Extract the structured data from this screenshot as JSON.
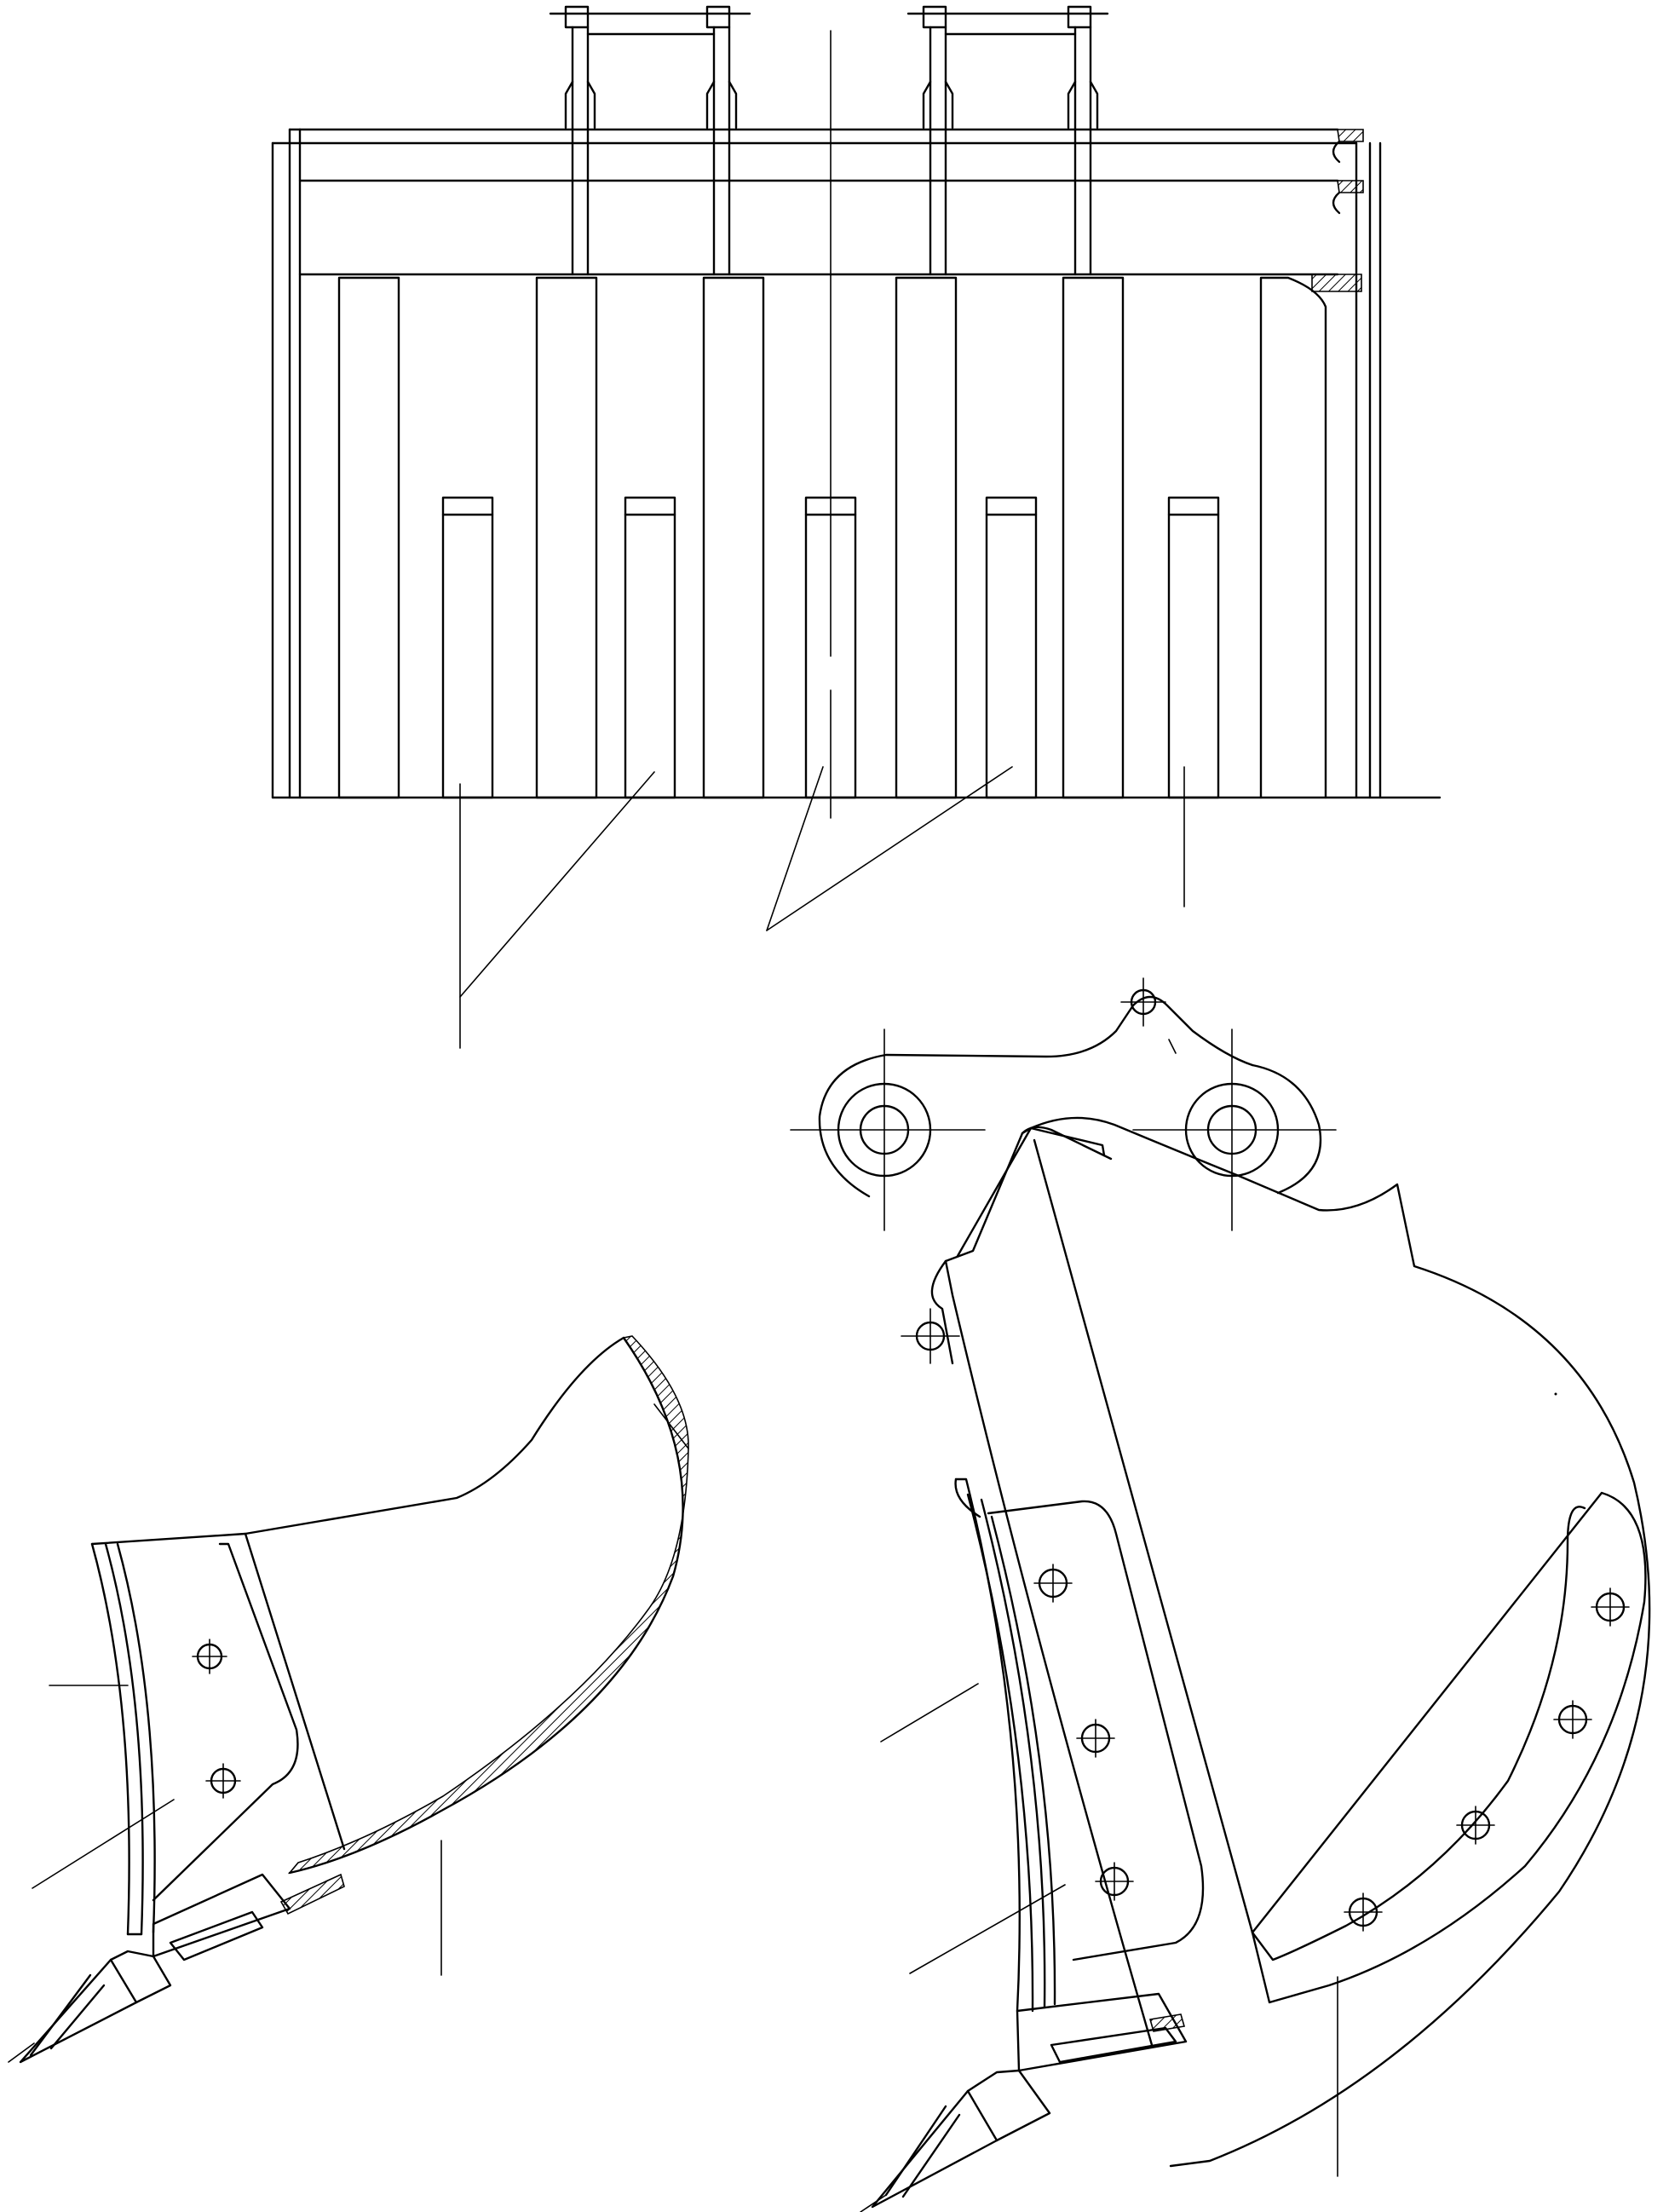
{
  "drawing": {
    "type": "engineering-line-drawing",
    "subject": "excavator-bucket",
    "views": [
      "front-view",
      "side-view-small-bucket",
      "side-view-large-bucket"
    ],
    "text_labels": [],
    "leader_line_groups": 9,
    "colors": {
      "line": "#000000",
      "background": "#ffffff"
    }
  }
}
